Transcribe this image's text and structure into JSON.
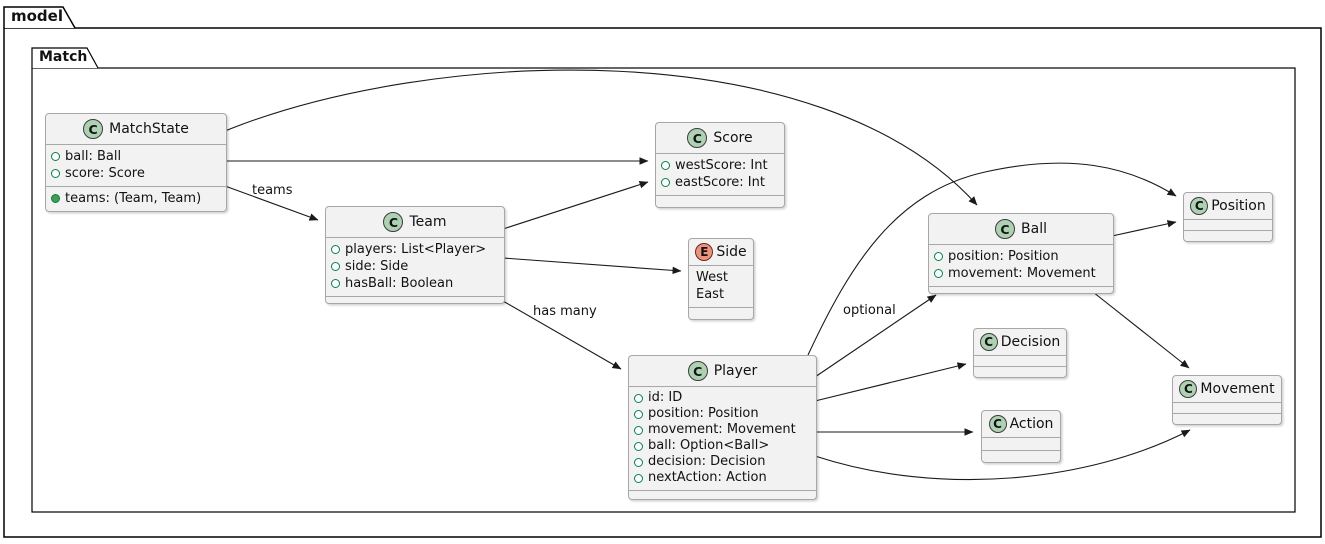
{
  "packages": {
    "outer_label": "model",
    "inner_label": "Match"
  },
  "edge_labels": {
    "teams": "teams",
    "has_many": "has many",
    "optional": "optional"
  },
  "colors": {
    "class_badge_bg": "#ADD1B2",
    "enum_badge_bg": "#EB937F",
    "box_bg": "#F2F2F2",
    "box_border": "#A7A7A7",
    "member_icon_green": "#038048",
    "edge_line": "#1A1A1A"
  },
  "classes": {
    "matchstate": {
      "badge": "C",
      "name": "MatchState",
      "fields": [
        "ball: Ball",
        "score: Score"
      ],
      "methods": [
        "teams: (Team, Team)"
      ]
    },
    "score": {
      "badge": "C",
      "name": "Score",
      "fields": [
        "westScore: Int",
        "eastScore: Int"
      ]
    },
    "team": {
      "badge": "C",
      "name": "Team",
      "fields": [
        "players: List<Player>",
        "side: Side",
        "hasBall: Boolean"
      ]
    },
    "side": {
      "badge": "E",
      "name": "Side",
      "values": [
        "West",
        "East"
      ]
    },
    "ball": {
      "badge": "C",
      "name": "Ball",
      "fields": [
        "position: Position",
        "movement: Movement"
      ]
    },
    "position": {
      "badge": "C",
      "name": "Position"
    },
    "player": {
      "badge": "C",
      "name": "Player",
      "fields": [
        "id: ID",
        "position: Position",
        "movement: Movement",
        "ball: Option<Ball>",
        "decision: Decision",
        "nextAction: Action"
      ]
    },
    "decision": {
      "badge": "C",
      "name": "Decision"
    },
    "action": {
      "badge": "C",
      "name": "Action"
    },
    "movement": {
      "badge": "C",
      "name": "Movement"
    }
  }
}
